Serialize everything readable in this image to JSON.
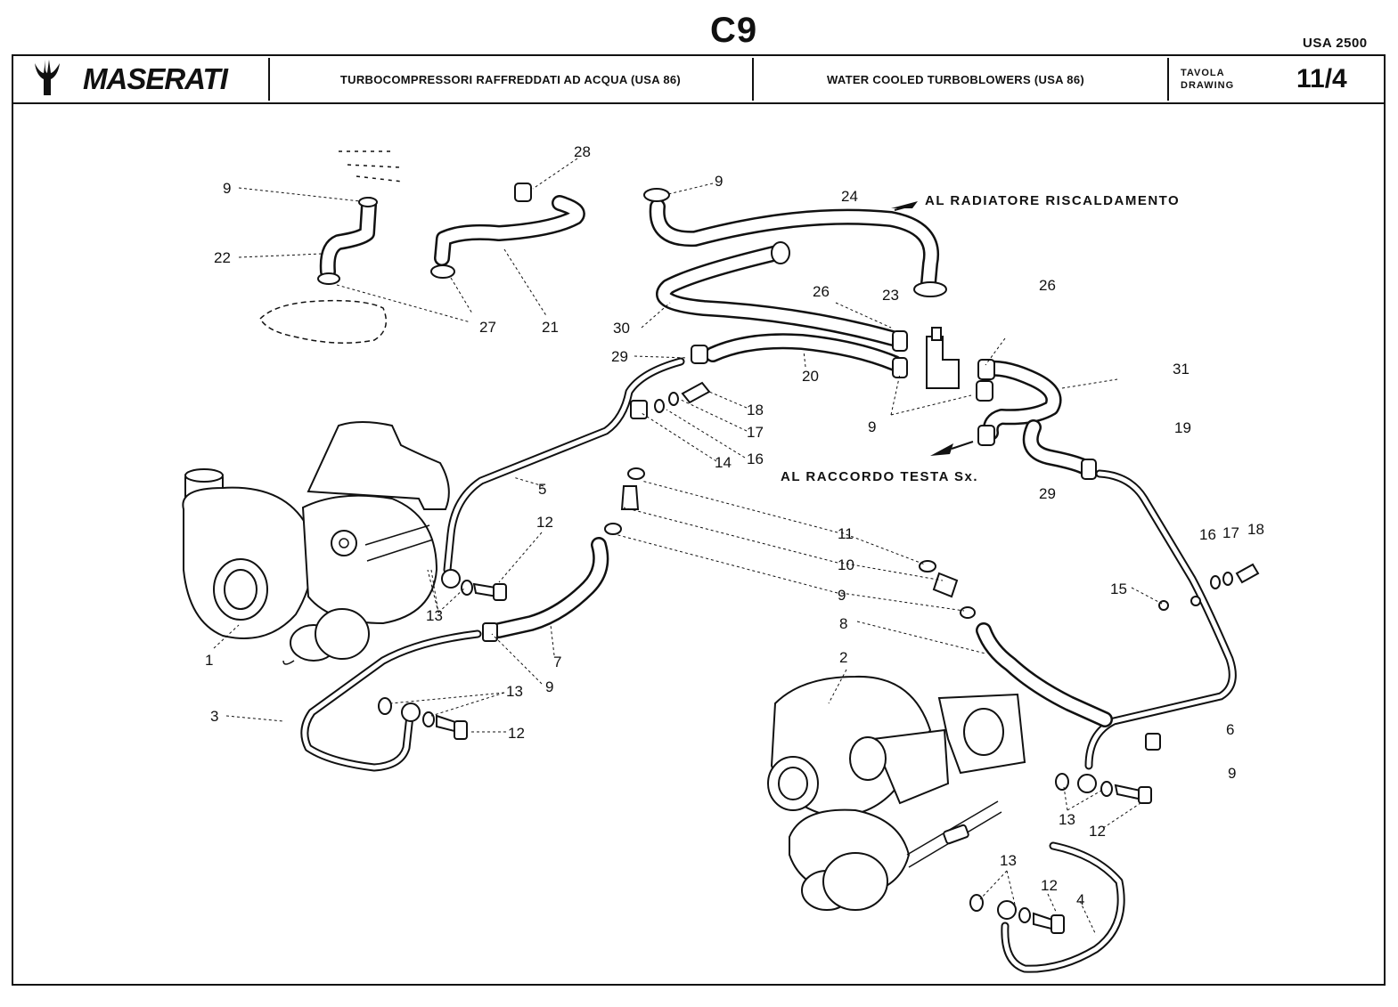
{
  "header": {
    "code": "C9",
    "region": "USA 2500",
    "brand": "MASERATI",
    "title_it": "TURBOCOMPRESSORI RAFFREDDATI AD ACQUA (USA 86)",
    "title_en": "WATER COOLED TURBOBLOWERS (USA 86)",
    "tavola_label": "TAVOLA",
    "drawing_label": "DRAWING",
    "drawing_number": "11/4"
  },
  "notes": {
    "radiator": "AL RADIATORE RISCALDAMENTO",
    "head_fitting": "AL RACCORDO TESTA Sx."
  },
  "labels": {
    "l28": "28",
    "l9a": "9",
    "l9b": "9",
    "l24": "24",
    "l22": "22",
    "l27": "27",
    "l21": "21",
    "l26a": "26",
    "l23": "23",
    "l26b": "26",
    "l30": "30",
    "l29a": "29",
    "l20": "20",
    "l31": "31",
    "l18a": "18",
    "l17a": "17",
    "l9c": "9",
    "l19": "19",
    "l14": "14",
    "l16a": "16",
    "l5": "5",
    "l29b": "29",
    "l11": "11",
    "l12a": "12",
    "l16b": "16",
    "l17b": "17",
    "l18b": "18",
    "l10": "10",
    "l13a": "13",
    "l15": "15",
    "l9d": "9",
    "l8": "8",
    "l1": "1",
    "l7": "7",
    "l2": "2",
    "l9e": "9",
    "l13b": "13",
    "l3": "3",
    "l12b": "12",
    "l6": "6",
    "l9f": "9",
    "l13c": "13",
    "l12c": "12",
    "l13d": "13",
    "l12d": "12",
    "l4": "4"
  },
  "colors": {
    "ink": "#111111",
    "paper": "#ffffff"
  },
  "icons": {
    "logo": "maserati-trident-icon"
  }
}
